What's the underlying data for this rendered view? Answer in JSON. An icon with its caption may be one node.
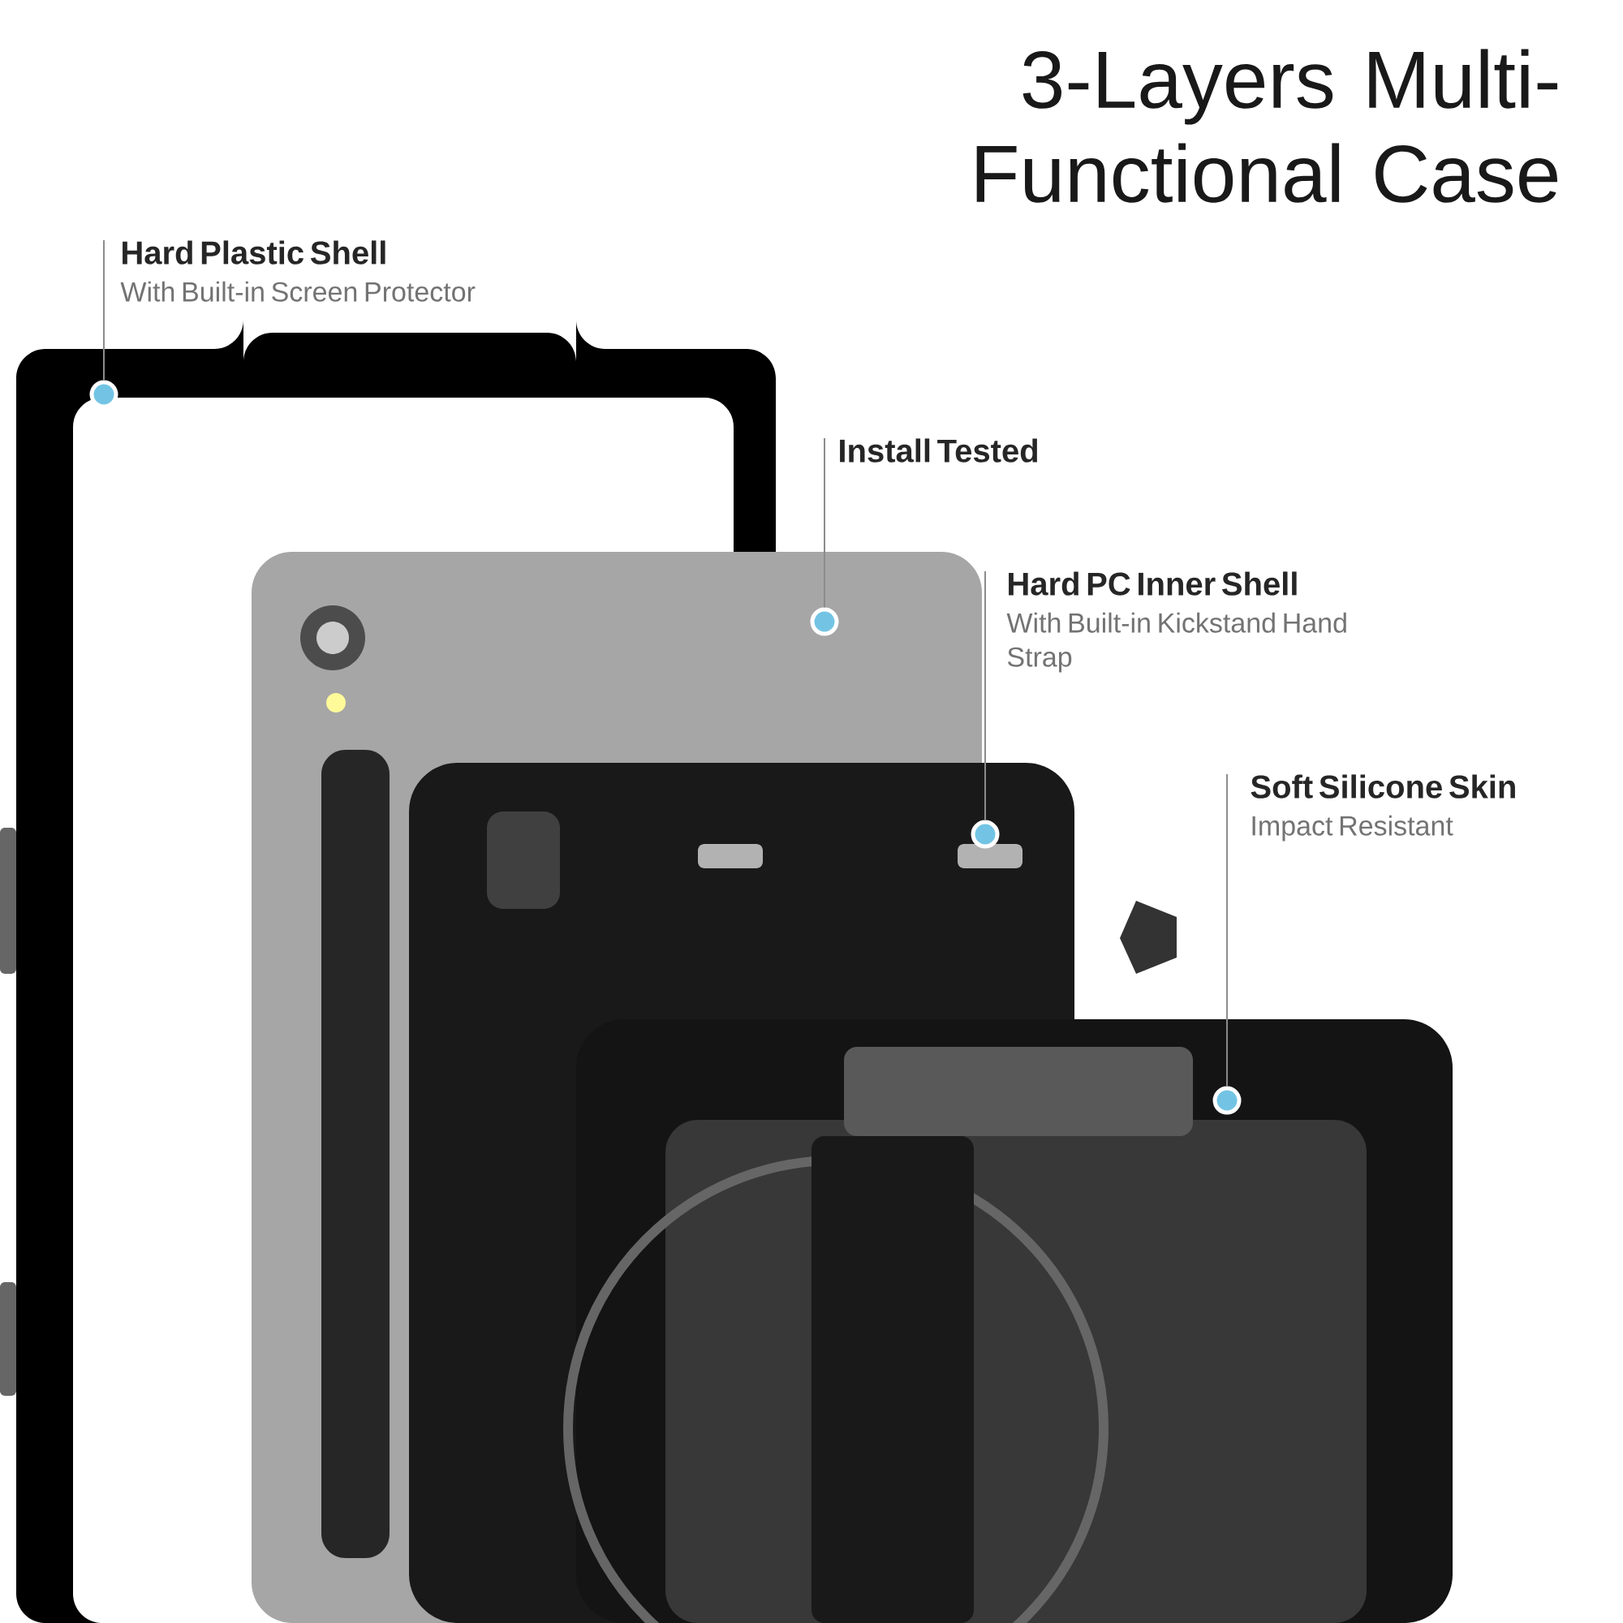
{
  "diagram": {
    "title": "3-Layers Multi-Functional Case",
    "nodes": [
      {
        "text": [
          "Hard Plastic Shell",
          "With Built-in Screen Protector"
        ]
      },
      {
        "text": [
          "Install Tested"
        ]
      },
      {
        "text": [
          "Hard PC Inner Shell",
          "With Built-in Kickstand Hand Strap"
        ]
      },
      {
        "text": [
          "Soft Silicone Skin",
          "Impact Resistant"
        ]
      },
      {
        "text": [],
        "shape": "circle"
      },
      {
        "text": [],
        "shape": "circle"
      },
      {
        "text": [],
        "shape": "circle"
      },
      {
        "text": [],
        "shape": "circle"
      }
    ],
    "edges": [
      {
        "from": 0,
        "to": 4,
        "arrow": "none"
      },
      {
        "from": 1,
        "to": 5,
        "arrow": "none"
      },
      {
        "from": 2,
        "to": 6,
        "arrow": "none"
      },
      {
        "from": 3,
        "to": 7,
        "arrow": "none"
      }
    ]
  }
}
